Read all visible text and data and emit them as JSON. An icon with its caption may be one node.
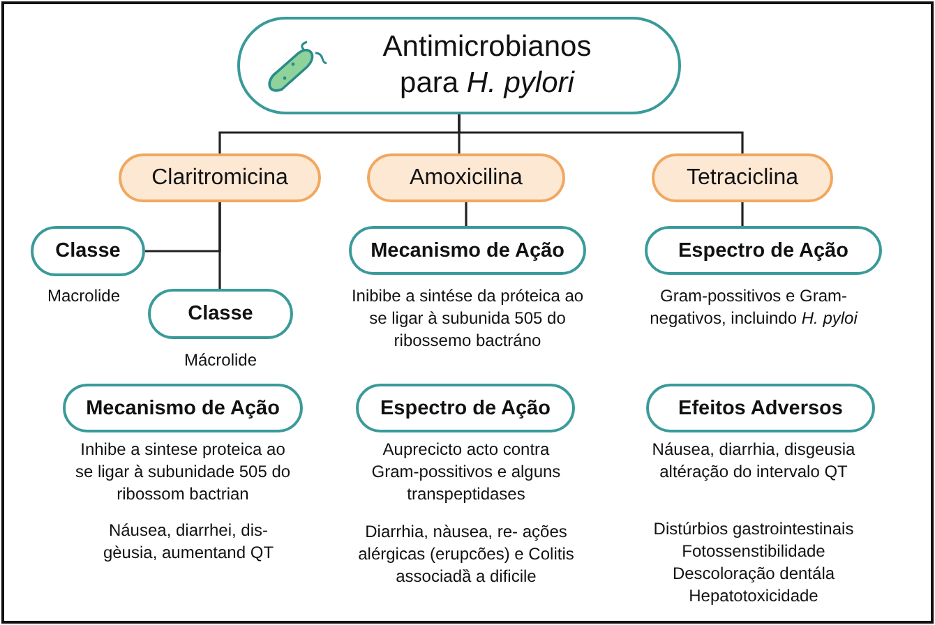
{
  "diagram": {
    "nodes": [
      {
        "text": [
          "Antimicrobianos para *H. pylori*"
        ]
      },
      {
        "text": [
          "Claritromicina"
        ]
      },
      {
        "text": [
          "Amoxicilina"
        ]
      },
      {
        "text": [
          "Tetraciclina"
        ]
      },
      {
        "text": [
          "Classe"
        ],
        "beside": [
          "Macrolide"
        ]
      },
      {
        "text": [
          "Classe"
        ],
        "beside": [
          "Mácrolide"
        ]
      },
      {
        "text": [
          "Mecanismo de Ação"
        ],
        "beside": [
          "Inhibe a sintese proteica ao se ligar à subunidade 505 do ribossom bactrian",
          "Náusea, diarrhei, dis- gèusia, aumentand QT"
        ]
      },
      {
        "text": [
          "Mecanismo de Ação"
        ],
        "beside": [
          "Inibibe a sintése da próteica ao se ligar à subunida 505 do ribossemo bactráno"
        ]
      },
      {
        "text": [
          "Espectro de Ação"
        ],
        "beside": [
          "Auprecicto acto contra Gram-possitivos e alguns transpeptidases",
          "Diarrhia, nàusea, re- ações alérgicas (erupcões) e Colitis associadȁ a dificile"
        ]
      },
      {
        "text": [
          "Espectro de Ação"
        ],
        "beside": [
          "Gram-possitivos e Gram- negativos, incluindo *H. pyloi*"
        ]
      },
      {
        "text": [
          "Efeitos Adversos"
        ],
        "beside": [
          "Náusea, diarrhia, disgeusia altéração do intervalo QT",
          "Distúrbios gastrointestinais",
          "Fotossenstibilidade",
          "Descoloração dentála",
          "Hepatotoxicidade"
        ]
      }
    ],
    "edges": [
      {
        "from": 0,
        "to": 1,
        "arrow": "none"
      },
      {
        "from": 0,
        "to": 2,
        "arrow": "none"
      },
      {
        "from": 0,
        "to": 3,
        "arrow": "none"
      },
      {
        "from": 1,
        "to": 4,
        "arrow": "none"
      },
      {
        "from": 1,
        "to": 5,
        "arrow": "none"
      },
      {
        "from": 2,
        "to": 7,
        "arrow": "none"
      },
      {
        "from": 3,
        "to": 9,
        "arrow": "none"
      }
    ]
  }
}
